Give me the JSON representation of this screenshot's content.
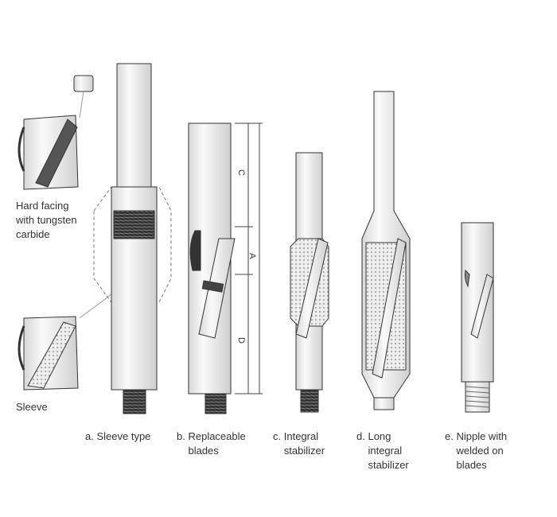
{
  "callouts": {
    "hard_facing": [
      "Hard facing",
      "with tungsten",
      "carbide"
    ],
    "sleeve": "Sleeve"
  },
  "dimensions": {
    "c": "C",
    "a": "A",
    "d": "D"
  },
  "captions": [
    {
      "prefix": "a.",
      "lines": [
        "Sleeve type"
      ]
    },
    {
      "prefix": "b.",
      "lines": [
        "Replaceable",
        "blades"
      ]
    },
    {
      "prefix": "c.",
      "lines": [
        "Integral",
        "stabilizer"
      ]
    },
    {
      "prefix": "d.",
      "lines": [
        "Long",
        "integral",
        "stabilizer"
      ]
    },
    {
      "prefix": "e.",
      "lines": [
        "Nipple with",
        "welded on",
        "blades"
      ]
    }
  ]
}
